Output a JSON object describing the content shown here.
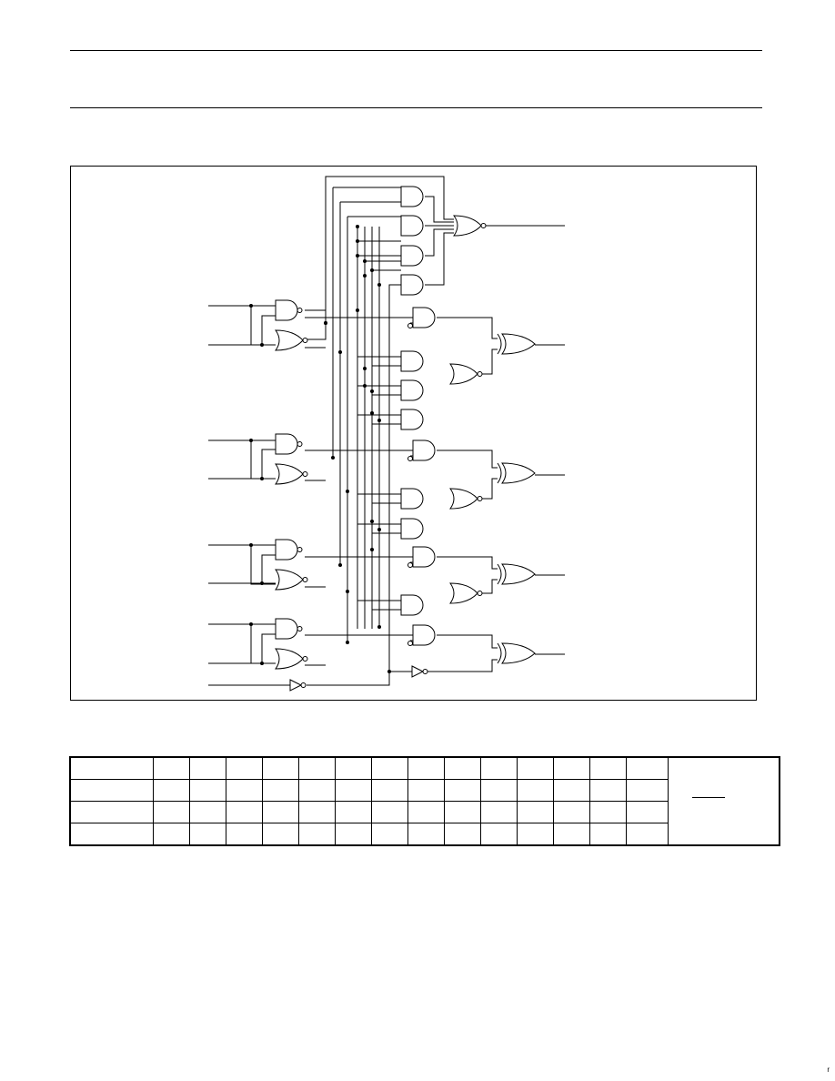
{
  "page": {
    "header_rule_top": "",
    "header_rule_bottom": ""
  },
  "figure": {
    "gates": {
      "and_gate": "and-gate",
      "or_gate": "or-gate",
      "nor_gate": "nor-gate",
      "nand_gate": "nand-gate",
      "xor_gate": "xor-gate",
      "buffer": "inverting-buffer"
    },
    "stroke_color": "#000000",
    "background_color": "#ffffff"
  },
  "table": {
    "rows": 4,
    "data_columns": 14,
    "cells": [
      [
        "",
        "",
        "",
        "",
        "",
        "",
        "",
        "",
        "",
        "",
        "",
        "",
        "",
        "",
        ""
      ],
      [
        "",
        "",
        "",
        "",
        "",
        "",
        "",
        "",
        "",
        "",
        "",
        "",
        "",
        "",
        ""
      ],
      [
        "",
        "",
        "",
        "",
        "",
        "",
        "",
        "",
        "",
        "",
        "",
        "",
        "",
        "",
        ""
      ],
      [
        "",
        "",
        "",
        "",
        "",
        "",
        "",
        "",
        "",
        "",
        "",
        "",
        "",
        "",
        ""
      ]
    ]
  }
}
